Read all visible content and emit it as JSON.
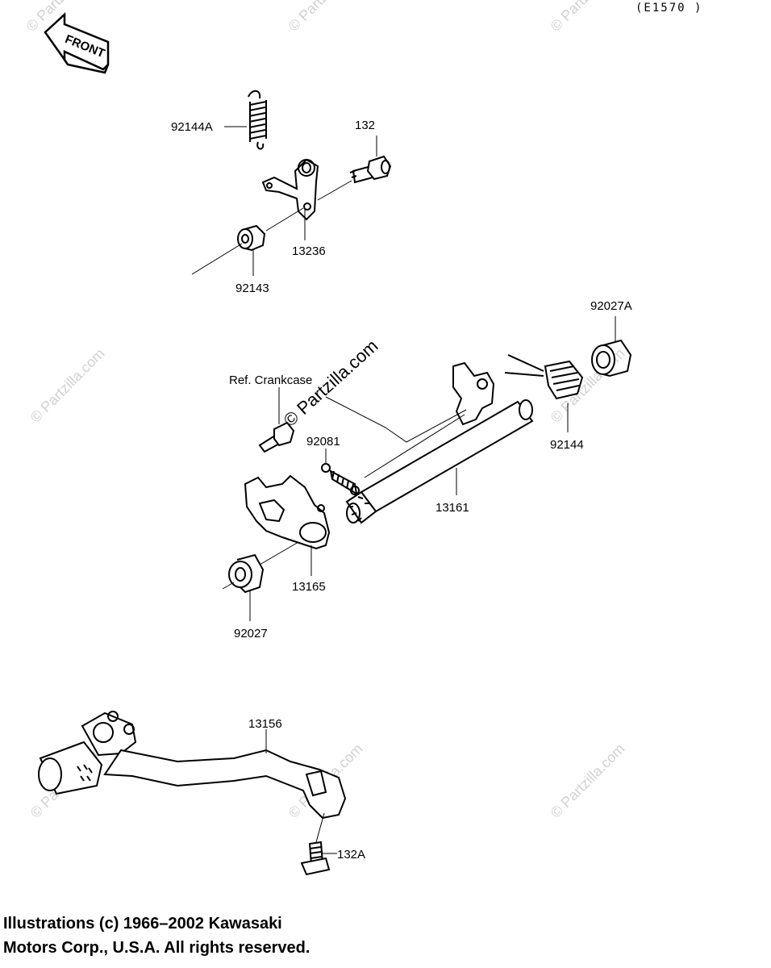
{
  "diagram_code": "(E1570 )",
  "front_label": "FRONT",
  "watermark": "© Partzilla.com",
  "parts": {
    "p92144A": "92144A",
    "p132": "132",
    "p13236": "13236",
    "p92143": "92143",
    "p92027A": "92027A",
    "ref_crankcase": "Ref. Crankcase",
    "p92081": "92081",
    "p92144": "92144",
    "p13161": "13161",
    "p13165": "13165",
    "p92027": "92027",
    "p13156": "13156",
    "p132A": "132A"
  },
  "footer": {
    "line1": "Illustrations (c) 1966–2002 Kawasaki",
    "line2": "Motors Corp., U.S.A.  All rights reserved."
  }
}
